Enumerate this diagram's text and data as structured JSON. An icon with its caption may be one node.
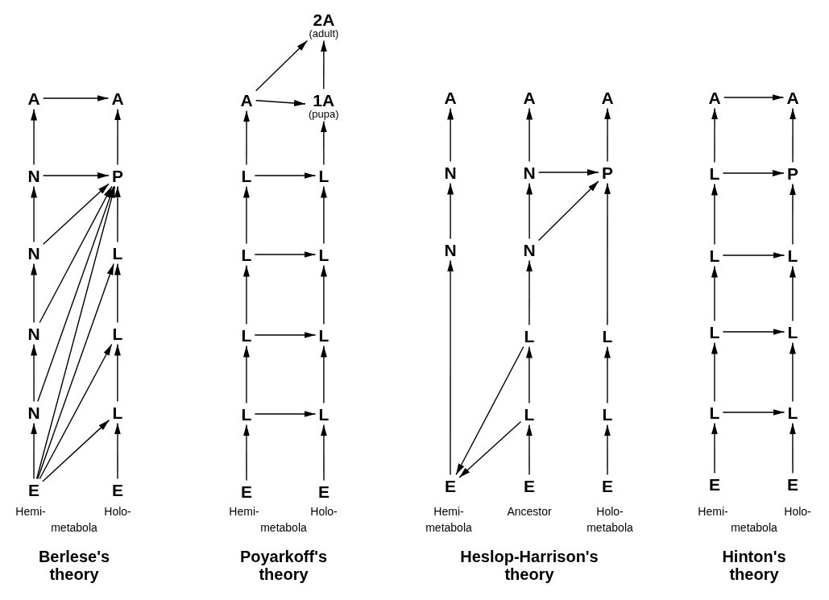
{
  "diagram": {
    "nodes": [
      {
        "text": [
          "A"
        ]
      },
      {
        "text": [
          "N"
        ]
      },
      {
        "text": [
          "N"
        ]
      },
      {
        "text": [
          "N"
        ]
      },
      {
        "text": [
          "N"
        ]
      },
      {
        "text": [
          "E"
        ]
      },
      {
        "text": [
          "A"
        ]
      },
      {
        "text": [
          "P"
        ]
      },
      {
        "text": [
          "L"
        ]
      },
      {
        "text": [
          "L"
        ]
      },
      {
        "text": [
          "L"
        ]
      },
      {
        "text": [
          "E"
        ]
      },
      {
        "text": [
          "A"
        ]
      },
      {
        "text": [
          "L"
        ]
      },
      {
        "text": [
          "L"
        ]
      },
      {
        "text": [
          "L"
        ]
      },
      {
        "text": [
          "L"
        ]
      },
      {
        "text": [
          "E"
        ]
      },
      {
        "text": [
          "2A",
          "(adult)"
        ]
      },
      {
        "text": [
          "1A",
          "(pupa)"
        ]
      },
      {
        "text": [
          "L"
        ]
      },
      {
        "text": [
          "L"
        ]
      },
      {
        "text": [
          "L"
        ]
      },
      {
        "text": [
          "L"
        ]
      },
      {
        "text": [
          "E"
        ]
      },
      {
        "text": [
          "A"
        ]
      },
      {
        "text": [
          "N"
        ]
      },
      {
        "text": [
          "N"
        ]
      },
      {
        "text": [
          "E"
        ]
      },
      {
        "text": [
          "A"
        ]
      },
      {
        "text": [
          "N"
        ]
      },
      {
        "text": [
          "N"
        ]
      },
      {
        "text": [
          "L"
        ]
      },
      {
        "text": [
          "L"
        ]
      },
      {
        "text": [
          "E"
        ]
      },
      {
        "text": [
          "A"
        ]
      },
      {
        "text": [
          "P"
        ]
      },
      {
        "text": [
          "L"
        ]
      },
      {
        "text": [
          "L"
        ]
      },
      {
        "text": [
          "E"
        ]
      },
      {
        "text": [
          "A"
        ]
      },
      {
        "text": [
          "L"
        ]
      },
      {
        "text": [
          "L"
        ]
      },
      {
        "text": [
          "L"
        ]
      },
      {
        "text": [
          "L"
        ]
      },
      {
        "text": [
          "E"
        ]
      },
      {
        "text": [
          "A"
        ]
      },
      {
        "text": [
          "P"
        ]
      },
      {
        "text": [
          "L"
        ]
      },
      {
        "text": [
          "L"
        ]
      },
      {
        "text": [
          "L"
        ]
      },
      {
        "text": [
          "E"
        ]
      }
    ],
    "edges": [
      {
        "from": 5,
        "to": 4,
        "arrow": "to"
      },
      {
        "from": 4,
        "to": 3,
        "arrow": "to"
      },
      {
        "from": 3,
        "to": 2,
        "arrow": "to"
      },
      {
        "from": 2,
        "to": 1,
        "arrow": "to"
      },
      {
        "from": 1,
        "to": 0,
        "arrow": "to"
      },
      {
        "from": 11,
        "to": 10,
        "arrow": "to"
      },
      {
        "from": 10,
        "to": 9,
        "arrow": "to"
      },
      {
        "from": 9,
        "to": 8,
        "arrow": "to"
      },
      {
        "from": 8,
        "to": 7,
        "arrow": "to"
      },
      {
        "from": 7,
        "to": 6,
        "arrow": "to"
      },
      {
        "from": 0,
        "to": 6,
        "arrow": "to"
      },
      {
        "from": 1,
        "to": 7,
        "arrow": "to"
      },
      {
        "from": 2,
        "to": 7,
        "arrow": "to"
      },
      {
        "from": 3,
        "to": 7,
        "arrow": "to"
      },
      {
        "from": 4,
        "to": 7,
        "arrow": "to"
      },
      {
        "from": 5,
        "to": 7,
        "arrow": "to"
      },
      {
        "from": 5,
        "to": 8,
        "arrow": "to"
      },
      {
        "from": 5,
        "to": 9,
        "arrow": "to"
      },
      {
        "from": 5,
        "to": 10,
        "arrow": "to"
      },
      {
        "from": 17,
        "to": 16,
        "arrow": "to"
      },
      {
        "from": 16,
        "to": 15,
        "arrow": "to"
      },
      {
        "from": 15,
        "to": 14,
        "arrow": "to"
      },
      {
        "from": 14,
        "to": 13,
        "arrow": "to"
      },
      {
        "from": 13,
        "to": 12,
        "arrow": "to"
      },
      {
        "from": 24,
        "to": 23,
        "arrow": "to"
      },
      {
        "from": 23,
        "to": 22,
        "arrow": "to"
      },
      {
        "from": 22,
        "to": 21,
        "arrow": "to"
      },
      {
        "from": 21,
        "to": 20,
        "arrow": "to"
      },
      {
        "from": 20,
        "to": 19,
        "arrow": "to"
      },
      {
        "from": 19,
        "to": 18,
        "arrow": "to"
      },
      {
        "from": 16,
        "to": 23,
        "arrow": "to"
      },
      {
        "from": 15,
        "to": 22,
        "arrow": "to"
      },
      {
        "from": 14,
        "to": 21,
        "arrow": "to"
      },
      {
        "from": 13,
        "to": 20,
        "arrow": "to"
      },
      {
        "from": 12,
        "to": 19,
        "arrow": "to"
      },
      {
        "from": 12,
        "to": 18,
        "arrow": "to"
      },
      {
        "from": 28,
        "to": 27,
        "arrow": "to"
      },
      {
        "from": 27,
        "to": 26,
        "arrow": "to"
      },
      {
        "from": 26,
        "to": 25,
        "arrow": "to"
      },
      {
        "from": 34,
        "to": 33,
        "arrow": "to"
      },
      {
        "from": 33,
        "to": 32,
        "arrow": "to"
      },
      {
        "from": 32,
        "to": 31,
        "arrow": "to"
      },
      {
        "from": 31,
        "to": 30,
        "arrow": "to"
      },
      {
        "from": 30,
        "to": 29,
        "arrow": "to"
      },
      {
        "from": 39,
        "to": 38,
        "arrow": "to"
      },
      {
        "from": 38,
        "to": 37,
        "arrow": "to"
      },
      {
        "from": 37,
        "to": 36,
        "arrow": "to"
      },
      {
        "from": 36,
        "to": 35,
        "arrow": "to"
      },
      {
        "from": 30,
        "to": 36,
        "arrow": "to"
      },
      {
        "from": 31,
        "to": 36,
        "arrow": "to"
      },
      {
        "from": 32,
        "to": 28,
        "arrow": "to"
      },
      {
        "from": 33,
        "to": 28,
        "arrow": "to"
      },
      {
        "from": 45,
        "to": 44,
        "arrow": "to"
      },
      {
        "from": 44,
        "to": 43,
        "arrow": "to"
      },
      {
        "from": 43,
        "to": 42,
        "arrow": "to"
      },
      {
        "from": 42,
        "to": 41,
        "arrow": "to"
      },
      {
        "from": 41,
        "to": 40,
        "arrow": "to"
      },
      {
        "from": 51,
        "to": 50,
        "arrow": "to"
      },
      {
        "from": 50,
        "to": 49,
        "arrow": "to"
      },
      {
        "from": 49,
        "to": 48,
        "arrow": "to"
      },
      {
        "from": 48,
        "to": 47,
        "arrow": "to"
      },
      {
        "from": 47,
        "to": 46,
        "arrow": "to"
      },
      {
        "from": 40,
        "to": 46,
        "arrow": "to"
      },
      {
        "from": 41,
        "to": 47,
        "arrow": "to"
      },
      {
        "from": 42,
        "to": 48,
        "arrow": "to"
      },
      {
        "from": 43,
        "to": 49,
        "arrow": "to"
      },
      {
        "from": 44,
        "to": 50,
        "arrow": "to"
      }
    ],
    "labels": [
      "Hemi-",
      "Holo-",
      "metabola",
      "Berlese's theory",
      "Hemi-",
      "Holo-",
      "metabola",
      "Poyarkoff's theory",
      "Hemi- metabola",
      "Ancestor",
      "Holo- metabola",
      "Heslop-Harrison's theory",
      "Hemi-",
      "Holo-",
      "metabola",
      "Hinton's theory"
    ]
  }
}
